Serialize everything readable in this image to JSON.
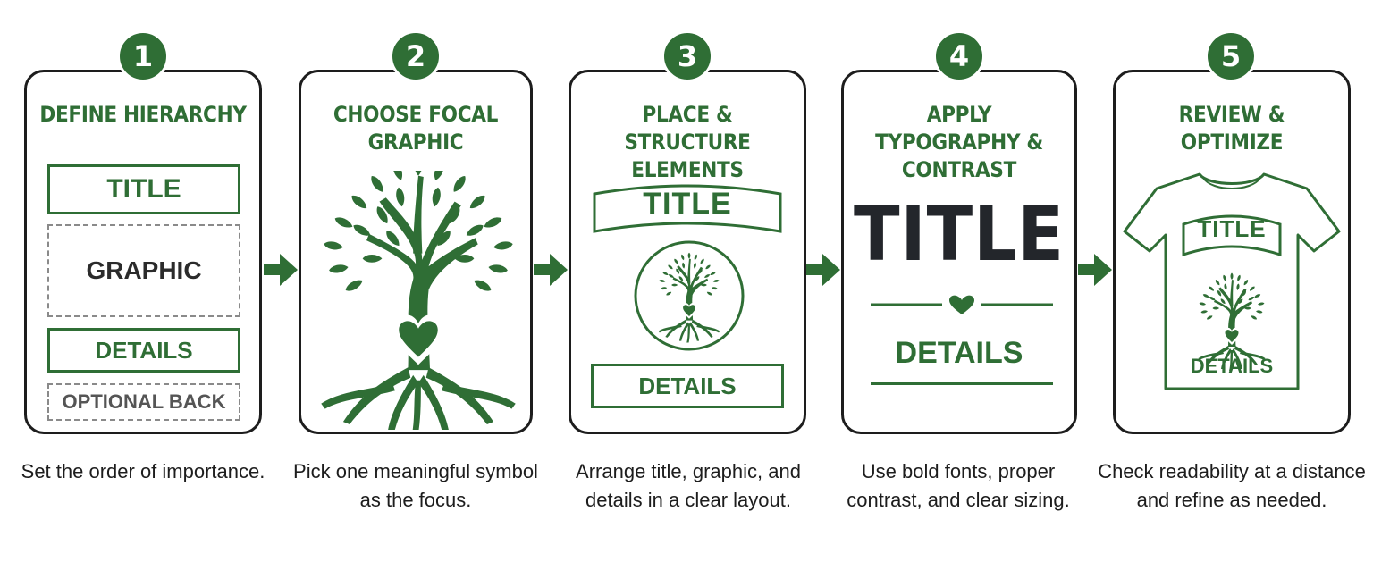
{
  "colors": {
    "accent": "#2f6e35",
    "outline": "#1d1d1d",
    "dark_text": "#2b2b2b"
  },
  "steps": [
    {
      "number": "1",
      "title": "DEFINE HIERARCHY",
      "caption": "Set the order of importance.",
      "items": {
        "title": "TITLE",
        "graphic": "GRAPHIC",
        "details": "DETAILS",
        "optional": "OPTIONAL BACK"
      }
    },
    {
      "number": "2",
      "title": "CHOOSE FOCAL GRAPHIC",
      "caption": "Pick one meaningful symbol as the focus.",
      "icon": "tree-with-heart-roots-icon"
    },
    {
      "number": "3",
      "title": "PLACE & STRUCTURE ELEMENTS",
      "caption": "Arrange title, graphic, and details in a clear layout.",
      "items": {
        "title": "TITLE",
        "details": "DETAILS"
      }
    },
    {
      "number": "4",
      "title": "APPLY TYPOGRAPHY & CONTRAST",
      "caption": "Use bold fonts, proper contrast, and clear sizing.",
      "items": {
        "title": "TITLE",
        "details": "DETAILS"
      }
    },
    {
      "number": "5",
      "title": "REVIEW & OPTIMIZE",
      "caption": "Check readability at a distance and refine as needed.",
      "items": {
        "title": "TITLE",
        "details": "DETAILS"
      }
    }
  ]
}
